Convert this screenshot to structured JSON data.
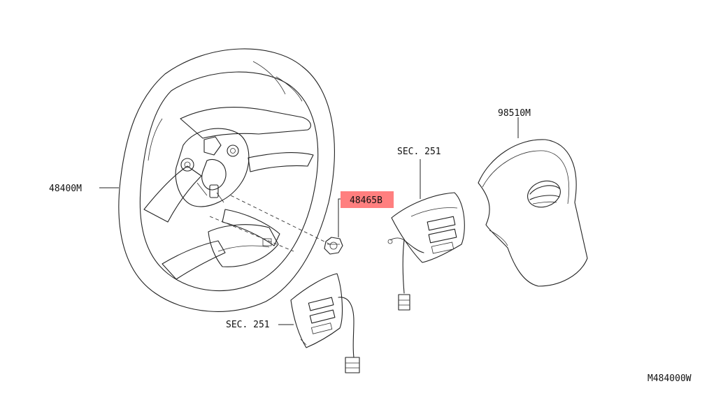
{
  "diagram": {
    "parts": {
      "wheel": "48400M",
      "nut": "48465B",
      "airbag": "98510M",
      "switch_upper": "SEC. 251",
      "switch_lower": "SEC. 251"
    },
    "highlight_color": "#ff7f7f",
    "figure_id": "M484000W"
  }
}
